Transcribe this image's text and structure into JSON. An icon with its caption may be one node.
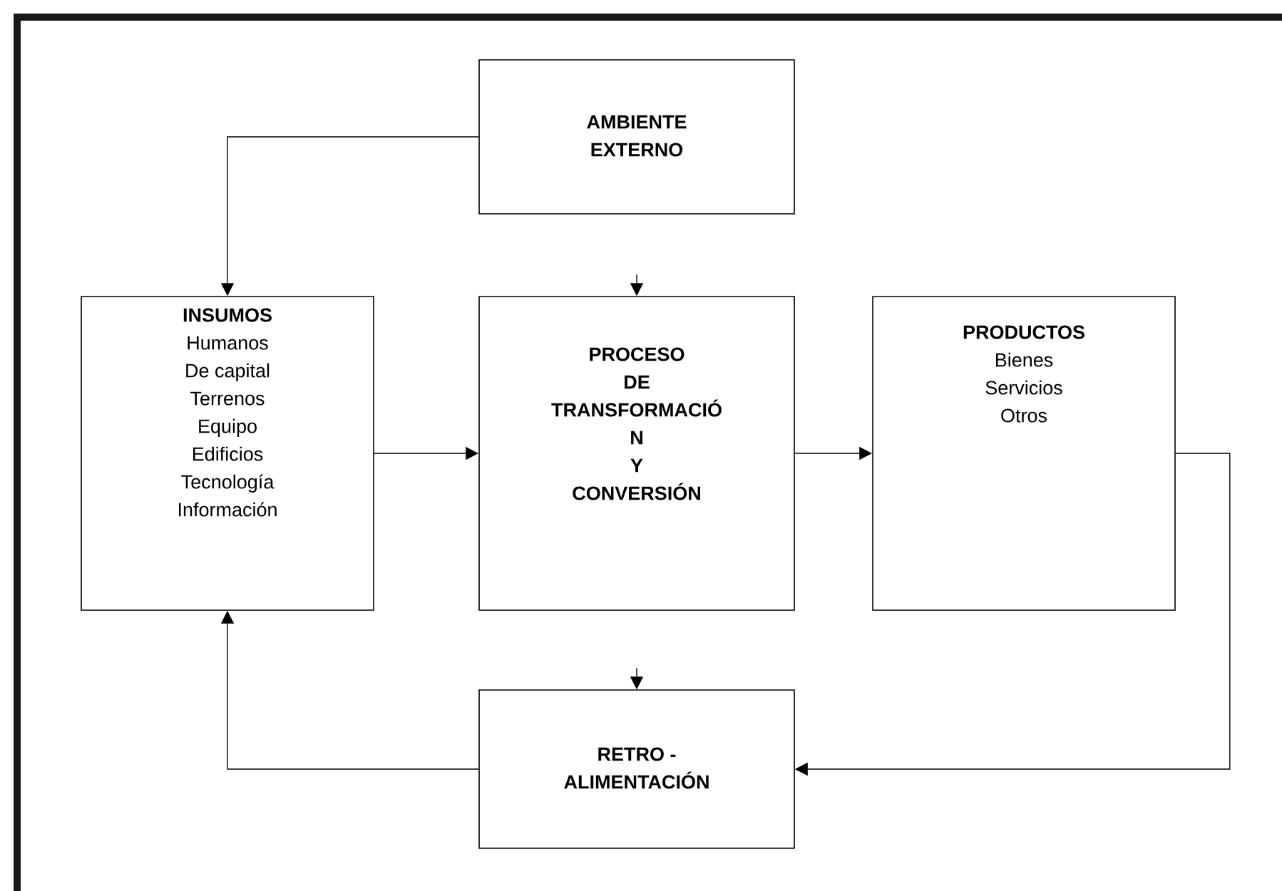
{
  "diagram": {
    "nodes": [
      {
        "text": [
          "AMBIENTE",
          "EXTERNO"
        ]
      },
      {
        "text": [
          "INSUMOS",
          "Humanos",
          "De capital",
          "Terrenos",
          "Equipo",
          "Edificios",
          "Tecnología",
          "Información"
        ]
      },
      {
        "text": [
          "PROCESO",
          "DE",
          "TRANSFORMACIÓ",
          "N",
          "Y",
          "CONVERSIÓN"
        ]
      },
      {
        "text": [
          "PRODUCTOS",
          "Bienes",
          "Servicios",
          "Otros"
        ]
      },
      {
        "text": [
          "RETRO -",
          "ALIMENTACIÓN"
        ]
      }
    ],
    "edges": [
      {
        "from": 0,
        "to": 1,
        "arrow": "to"
      },
      {
        "from": 1,
        "to": 2,
        "arrow": "to"
      },
      {
        "from": 2,
        "to": 3,
        "arrow": "to"
      },
      {
        "from": 3,
        "to": 4,
        "arrow": "to"
      },
      {
        "from": 4,
        "to": 1,
        "arrow": "to"
      },
      {
        "from": null,
        "to": 2,
        "arrow": "to"
      },
      {
        "from": null,
        "to": 4,
        "arrow": "to"
      }
    ]
  }
}
